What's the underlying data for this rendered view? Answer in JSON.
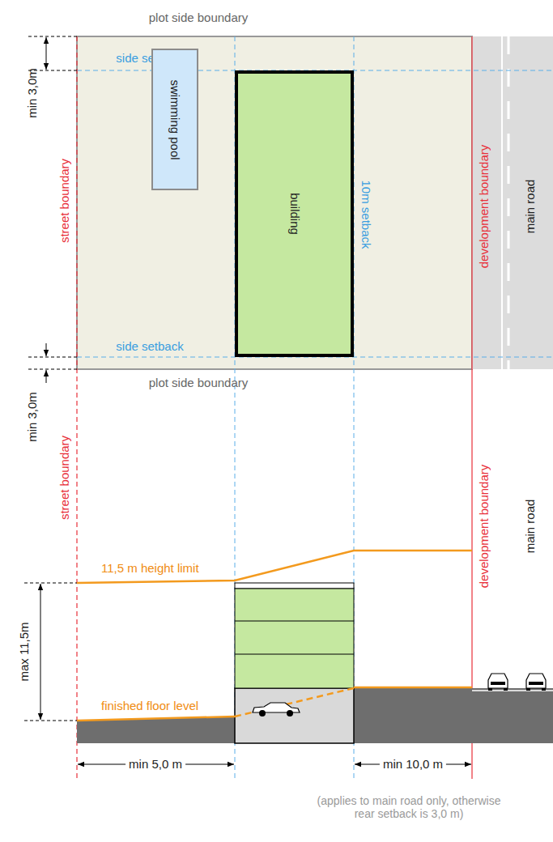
{
  "diagram": {
    "nodes": [
      {
        "text": [
          "swimming pool"
        ]
      },
      {
        "text": [
          "building"
        ]
      }
    ],
    "labels": [
      "plot side boundary",
      "side setback",
      "side setback",
      "plot side boundary",
      "street boundary",
      "development boundary",
      "main road",
      "10m setback",
      "min 3,0m",
      "min 3,0m",
      "street boundary",
      "development boundary",
      "main road",
      "11,5 m height limit",
      "max 11,5m",
      "finished floor level",
      "min 5,0 m",
      "min 10,0 m",
      "(applies to main road only, otherwise rear setback is 3,0 m)"
    ]
  }
}
